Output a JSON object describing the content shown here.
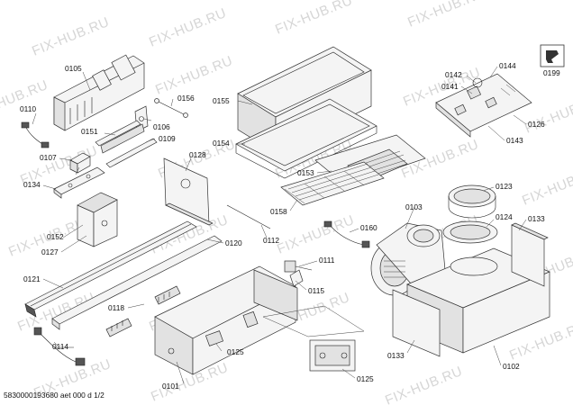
{
  "watermark": "FIX-HUB.RU",
  "footer": "5830000193680 aet 000 d 1/2",
  "parts": {
    "p0101": "0101",
    "p0102": "0102",
    "p0103": "0103",
    "p0105": "0105",
    "p0106": "0106",
    "p0107": "0107",
    "p0109": "0109",
    "p0110": "0110",
    "p0111": "0111",
    "p0112": "0112",
    "p0114": "0114",
    "p0115": "0115",
    "p0118": "0118",
    "p0120": "0120",
    "p0121": "0121",
    "p0123": "0123",
    "p0124": "0124",
    "p0125a": "0125",
    "p0125b": "0125",
    "p0126": "0126",
    "p0127": "0127",
    "p0128": "0128",
    "p0133a": "0133",
    "p0133b": "0133",
    "p0134": "0134",
    "p0141": "0141",
    "p0142": "0142",
    "p0143": "0143",
    "p0144": "0144",
    "p0151": "0151",
    "p0152": "0152",
    "p0153": "0153",
    "p0154": "0154",
    "p0155": "0155",
    "p0156": "0156",
    "p0158": "0158",
    "p0160": "0160",
    "p0199": "0199"
  }
}
